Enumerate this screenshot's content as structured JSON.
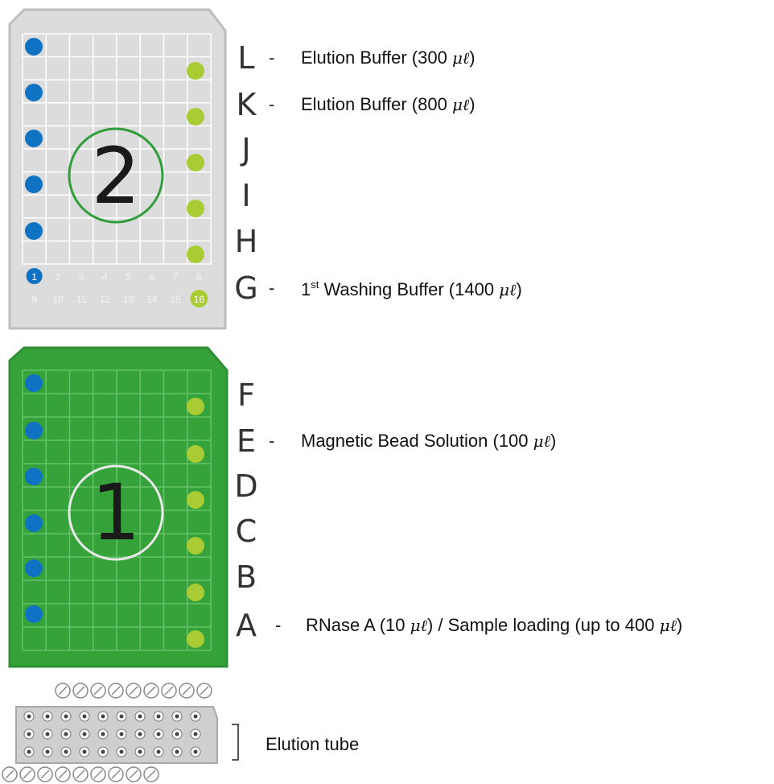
{
  "plates": [
    {
      "number": "2",
      "bottom_numbers_row1": [
        "1",
        "2",
        "3",
        "4",
        "5",
        "6",
        "7",
        "8"
      ],
      "bottom_numbers_row2": [
        "9",
        "10",
        "11",
        "12",
        "13",
        "14",
        "15",
        "16"
      ]
    },
    {
      "number": "1"
    }
  ],
  "colors": {
    "plate2_fill": "#dcdcdc",
    "plate1_fill": "#35a33a",
    "blue_dot": "#0f72c2",
    "green_dot": "#a9cc34"
  },
  "rows": [
    {
      "letter": "L",
      "dash": "-",
      "pre": "Elution Buffer (300 ",
      "unit": "μℓ",
      "post": ")"
    },
    {
      "letter": "K",
      "dash": "-",
      "pre": "Elution Buffer (800 ",
      "unit": "μℓ",
      "post": ")"
    },
    {
      "letter": "J"
    },
    {
      "letter": "I"
    },
    {
      "letter": "H"
    },
    {
      "letter": "G",
      "dash": "-",
      "pre": "1",
      "sup": "st",
      "mid": " Washing Buffer (1400 ",
      "unit": "μℓ",
      "post": ")"
    },
    {
      "letter": "F"
    },
    {
      "letter": "E",
      "dash": "-",
      "pre": "Magnetic Bead Solution (100 ",
      "unit": "μℓ",
      "post": ")"
    },
    {
      "letter": "D"
    },
    {
      "letter": "C"
    },
    {
      "letter": "B"
    },
    {
      "letter": "A",
      "dash": "-",
      "pre": "RNase A (10 ",
      "unit": "μℓ",
      "mid2": ") / Sample loading (up to 400 ",
      "unit2": "μℓ",
      "post": ")"
    }
  ],
  "elution_tube_label": "Elution tube"
}
